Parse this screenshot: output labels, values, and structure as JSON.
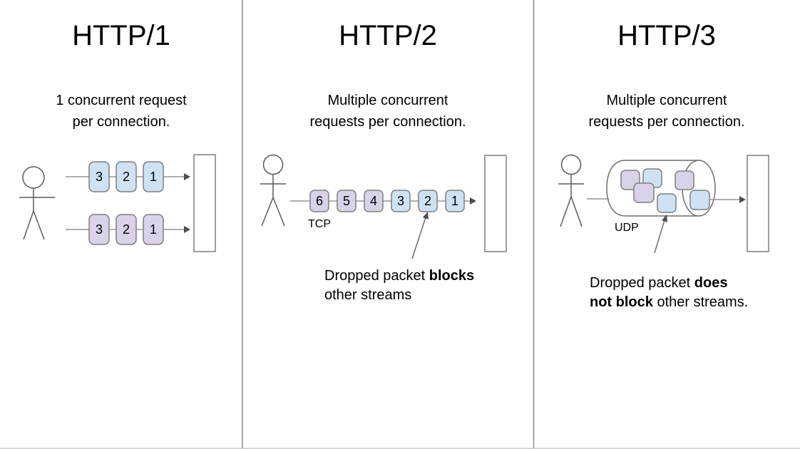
{
  "colors": {
    "packet_blue": "#cfe2f3",
    "packet_purple": "#d9d2e9",
    "outline_gray": "#7f7f7f",
    "line_gray": "#949494",
    "figure_gray": "#5b5b5b",
    "arrow_dark": "#4d4d4d",
    "divider_gray": "#8a8a8a",
    "text_black": "#000000"
  },
  "columns": [
    {
      "id": "http1",
      "title": "HTTP/1",
      "subtitle": "1 concurrent request\nper connection.",
      "rows": [
        {
          "packets": [
            "3",
            "2",
            "1"
          ]
        },
        {
          "packets": [
            "3",
            "2",
            "1"
          ]
        }
      ]
    },
    {
      "id": "http2",
      "title": "HTTP/2",
      "subtitle": "Multiple concurrent\nrequests per connection.",
      "protocol_label": "TCP",
      "packets": [
        "6",
        "5",
        "4",
        "3",
        "2",
        "1"
      ],
      "annotation": {
        "line1_regular": "Dropped packet ",
        "line1_bold": "blocks",
        "line2_bold": "",
        "line2_regular": "other streams"
      }
    },
    {
      "id": "http3",
      "title": "HTTP/3",
      "subtitle": "Multiple concurrent\nrequests per connection.",
      "protocol_label": "UDP",
      "annotation": {
        "line1_regular": "Dropped packet ",
        "line1_bold": "does",
        "line2_bold": "not block",
        "line2_regular": " other streams."
      }
    }
  ]
}
